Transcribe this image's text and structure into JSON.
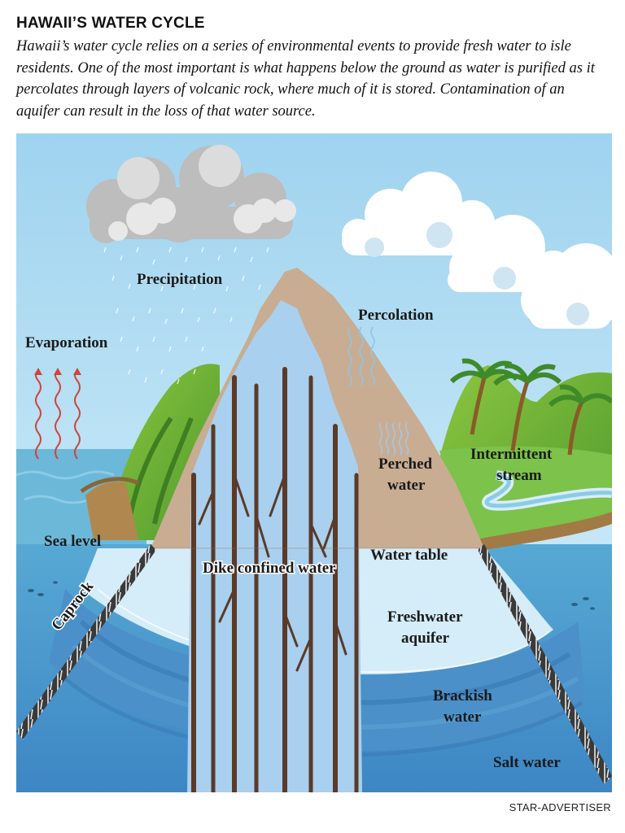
{
  "header": {
    "title": "HAWAII’S WATER CYCLE",
    "intro": "Hawaii’s water cycle relies on a series of environmental events to provide fresh water to isle residents. One of the most important is what happens below the ground as water is purified as it percolates through layers of volcanic rock, where much of it is stored. Contamination of an aquifer can result in the loss of that water source."
  },
  "labels": {
    "precipitation": "Precipitation",
    "percolation": "Percolation",
    "evaporation": "Evaporation",
    "perched_1": "Perched",
    "perched_2": "water",
    "intermittent_1": "Intermittent",
    "intermittent_2": "stream",
    "sea_level": "Sea level",
    "water_table": "Water table",
    "dike": "Dike confined water",
    "caprock": "Caprock",
    "freshwater_1": "Freshwater",
    "freshwater_2": "aquifer",
    "brackish_1": "Brackish",
    "brackish_2": "water",
    "salt": "Salt water"
  },
  "credit": "STAR-ADVERTISER",
  "colors": {
    "sky": "#a9d8f2",
    "ocean": "#5ab0d6",
    "mountain": "#c8ad93",
    "dike_water": "#a9d0ee",
    "dike_rock": "#5a3a28",
    "freshwater": "#d4ecf9",
    "brackish": "#4a8ec9",
    "salt_water": "#3d7fbf",
    "grass": "#7fbf3f",
    "evaporation_arrow": "#d0443a"
  }
}
